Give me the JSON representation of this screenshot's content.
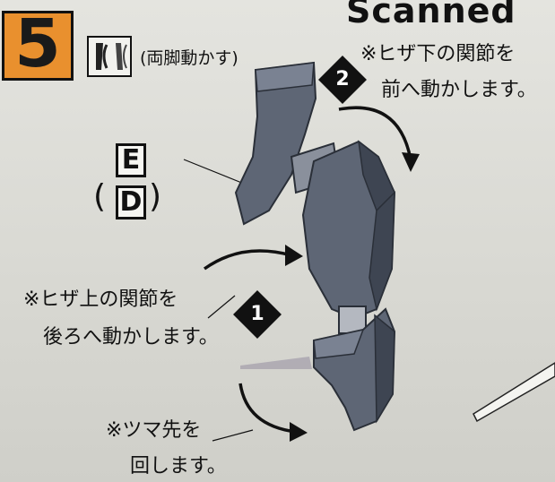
{
  "watermark": "Scanned",
  "step": {
    "number": "5",
    "caption": "(両脚動かす)"
  },
  "part_labels": {
    "upper": "E",
    "lower": "D",
    "paren_open": "(",
    "paren_close": ")"
  },
  "callouts": [
    {
      "number": "2",
      "line1": "※ヒザ下の関節を",
      "line2": "前へ動かします。"
    },
    {
      "number": "1",
      "line1": "※ヒザ上の関節を",
      "line2": "後ろへ動かします。"
    }
  ],
  "toe_note": {
    "line1": "※ツマ先を",
    "line2": "回します。"
  },
  "colors": {
    "accent": "#e9902e",
    "part": "#5e6675",
    "part_dark": "#3e4552",
    "arrow": "#111111"
  }
}
